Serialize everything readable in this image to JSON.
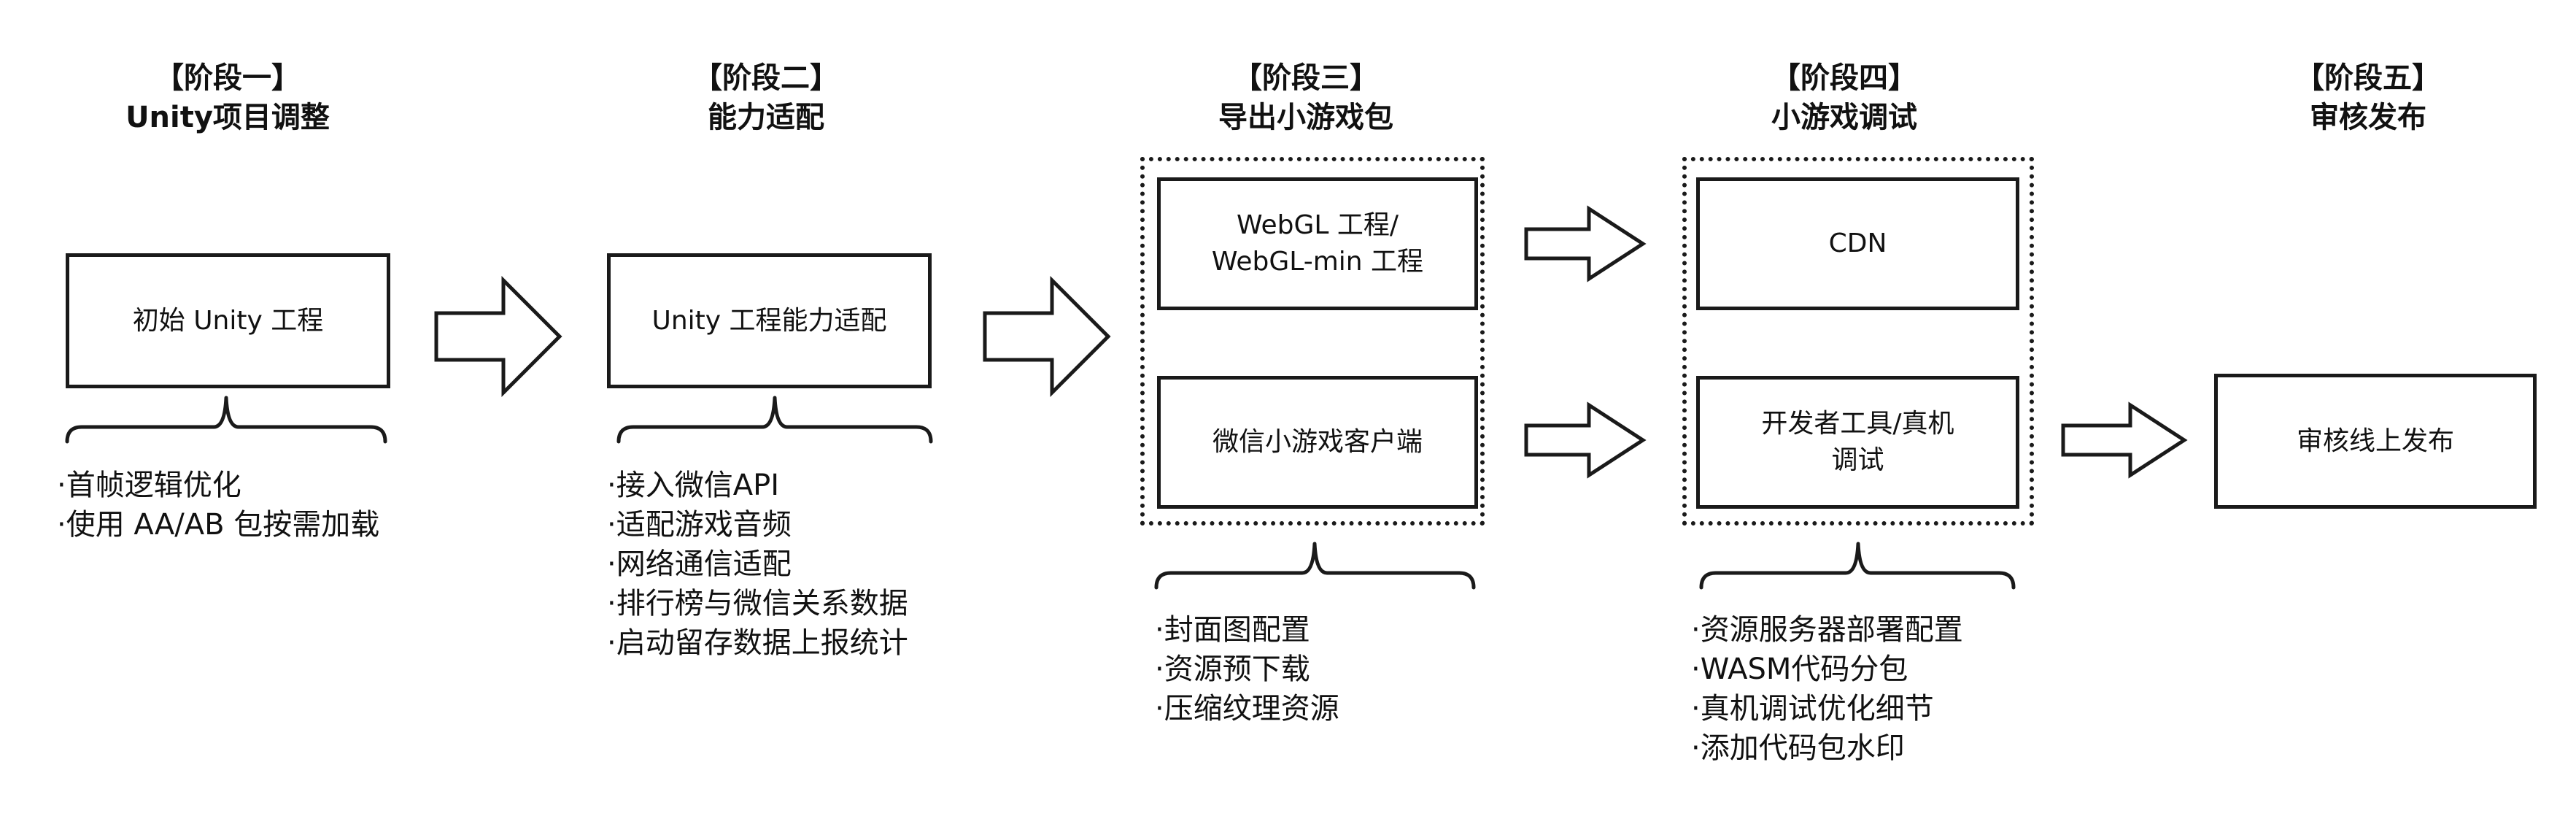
{
  "stages": [
    {
      "title_line1": "【阶段一】",
      "title_line2": "Unity项目调整",
      "boxes": [
        "初始 Unity 工程"
      ],
      "bullets": [
        "首帧逻辑优化",
        "使用 AA/AB 包按需加载"
      ]
    },
    {
      "title_line1": "【阶段二】",
      "title_line2": "能力适配",
      "boxes": [
        "Unity 工程能力适配"
      ],
      "bullets": [
        "接入微信API",
        "适配游戏音频",
        "网络通信适配",
        "排行榜与微信关系数据",
        "启动留存数据上报统计"
      ]
    },
    {
      "title_line1": "【阶段三】",
      "title_line2": "导出小游戏包",
      "boxes": [
        [
          "WebGL 工程/",
          "WebGL-min 工程"
        ],
        "微信小游戏客户端"
      ],
      "bullets": [
        "封面图配置",
        "资源预下载",
        "压缩纹理资源"
      ]
    },
    {
      "title_line1": "【阶段四】",
      "title_line2": "小游戏调试",
      "boxes": [
        "CDN",
        [
          "开发者工具/真机",
          "调试"
        ]
      ],
      "bullets": [
        "资源服务器部署配置",
        "WASM代码分包",
        "真机调试优化细节",
        "添加代码包水印"
      ]
    },
    {
      "title_line1": "【阶段五】",
      "title_line2": "审核发布",
      "boxes": [
        "审核线上发布"
      ],
      "bullets": []
    }
  ]
}
